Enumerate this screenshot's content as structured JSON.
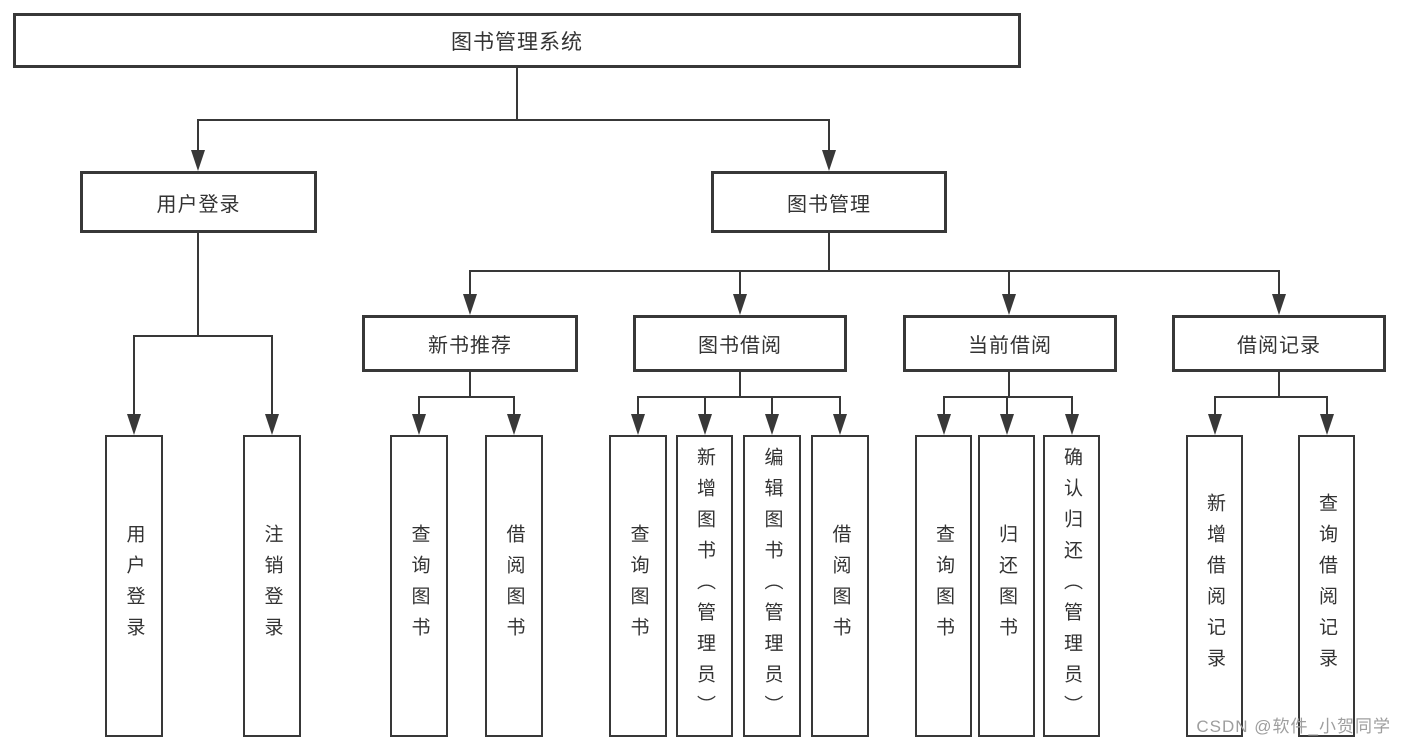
{
  "diagram": {
    "colors": {
      "line": "#383838",
      "box_border": "#383838",
      "box_fill": "#ffffff",
      "text": "#333333",
      "watermark": "#9e9e9e",
      "background": "#ffffff"
    },
    "root": {
      "label": "图书管理系统"
    },
    "branches": [
      {
        "label": "用户登录",
        "children": [
          {
            "label": "用户登录"
          },
          {
            "label": "注销登录"
          }
        ]
      },
      {
        "label": "图书管理",
        "children": [
          {
            "label": "新书推荐",
            "children": [
              {
                "label": "查询图书"
              },
              {
                "label": "借阅图书"
              }
            ]
          },
          {
            "label": "图书借阅",
            "children": [
              {
                "label": "查询图书"
              },
              {
                "label": "新增图书（管理员）"
              },
              {
                "label": "编辑图书（管理员）"
              },
              {
                "label": "借阅图书"
              }
            ]
          },
          {
            "label": "当前借阅",
            "children": [
              {
                "label": "查询图书"
              },
              {
                "label": "归还图书"
              },
              {
                "label": "确认归还（管理员）"
              }
            ]
          },
          {
            "label": "借阅记录",
            "children": [
              {
                "label": "新增借阅记录"
              },
              {
                "label": "查询借阅记录"
              }
            ]
          }
        ]
      }
    ],
    "watermark": "CSDN @软件_小贺同学"
  }
}
